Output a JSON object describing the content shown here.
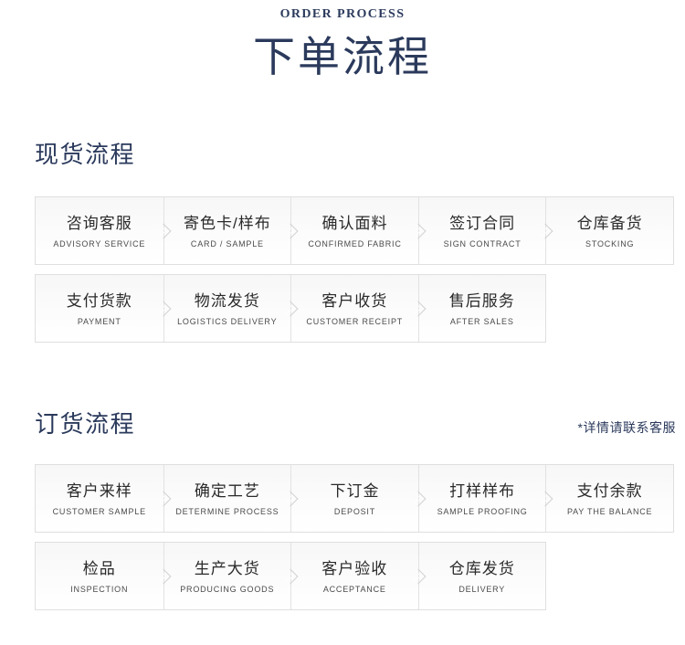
{
  "header": {
    "eyebrow": "ORDER PROCESS",
    "title": "下单流程",
    "accent_color": "#2b3a5c"
  },
  "sections": [
    {
      "heading": "现货流程",
      "note": "",
      "rows": [
        {
          "steps": [
            {
              "cn": "咨询客服",
              "en": "ADVISORY SERVICE"
            },
            {
              "cn": "寄色卡/样布",
              "en": "CARD / SAMPLE"
            },
            {
              "cn": "确认面料",
              "en": "CONFIRMED FABRIC"
            },
            {
              "cn": "签订合同",
              "en": "SIGN CONTRACT"
            },
            {
              "cn": "仓库备货",
              "en": "STOCKING"
            }
          ]
        },
        {
          "steps": [
            {
              "cn": "支付货款",
              "en": "PAYMENT"
            },
            {
              "cn": "物流发货",
              "en": "LOGISTICS DELIVERY"
            },
            {
              "cn": "客户收货",
              "en": "CUSTOMER RECEIPT"
            },
            {
              "cn": "售后服务",
              "en": "AFTER SALES"
            }
          ]
        }
      ]
    },
    {
      "heading": "订货流程",
      "note": "*详情请联系客服",
      "rows": [
        {
          "steps": [
            {
              "cn": "客户来样",
              "en": "CUSTOMER SAMPLE"
            },
            {
              "cn": "确定工艺",
              "en": "DETERMINE PROCESS"
            },
            {
              "cn": "下订金",
              "en": "DEPOSIT"
            },
            {
              "cn": "打样样布",
              "en": "SAMPLE PROOFING"
            },
            {
              "cn": "支付余款",
              "en": "PAY THE BALANCE"
            }
          ]
        },
        {
          "steps": [
            {
              "cn": "检品",
              "en": "INSPECTION"
            },
            {
              "cn": "生产大货",
              "en": "PRODUCING GOODS"
            },
            {
              "cn": "客户验收",
              "en": "ACCEPTANCE"
            },
            {
              "cn": "仓库发货",
              "en": "DELIVERY"
            }
          ]
        }
      ]
    }
  ]
}
